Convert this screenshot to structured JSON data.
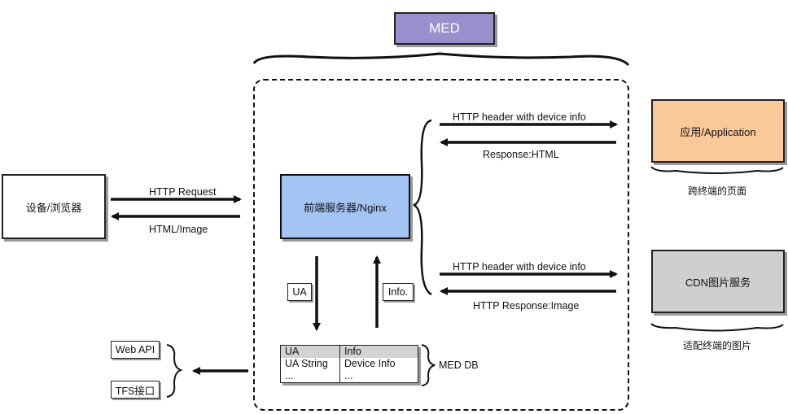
{
  "title": "MED",
  "nodes": {
    "device": "设备/浏览器",
    "nginx": "前端服务器/Nginx",
    "application": "应用/Application",
    "cdn": "CDN图片服务",
    "web_api": "Web API",
    "tfs": "TFS接口"
  },
  "captions": {
    "application": "跨终端的页面",
    "cdn": "适配终端的图片",
    "med_db": "MED DB"
  },
  "edges": {
    "http_request": "HTTP Request",
    "html_image": "HTML/Image",
    "app_request": "HTTP header with device info",
    "app_response": "Response:HTML",
    "cdn_request": "HTTP header with device info",
    "cdn_response": "HTTP Response:Image",
    "ua": "UA",
    "info": "Info."
  },
  "db_table": {
    "header": [
      "UA",
      "Info"
    ],
    "rows": [
      [
        "UA String",
        "Device Info"
      ],
      [
        "...",
        "..."
      ]
    ]
  },
  "colors": {
    "med": "#9c8fce",
    "nginx": "#a4c4f4",
    "application": "#f9c99a",
    "cdn": "#cfcfcf"
  }
}
